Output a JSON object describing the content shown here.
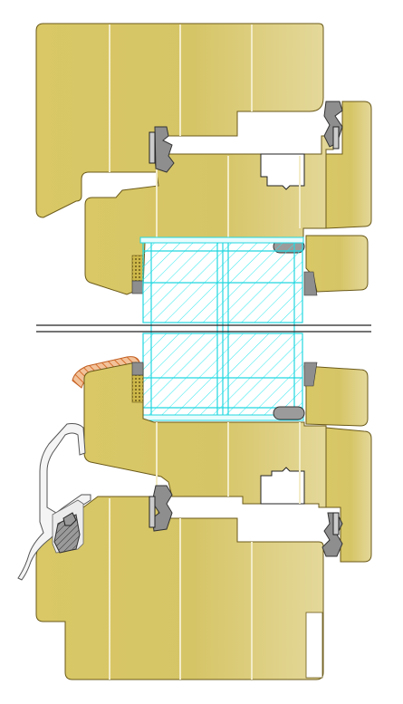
{
  "diagram": {
    "type": "window-frame-cross-section",
    "views": [
      "head-section",
      "sill-section"
    ],
    "break_line": true
  },
  "colors": {
    "timber": "#d7c86a",
    "timber_edge": "#6b5a1a",
    "timber_light": "#e9dfa2",
    "glass": "#2ff0ee",
    "gasket": "#8e8e8e",
    "gasket_dark": "#4a4a4a",
    "seal_tape": "#b9a23a",
    "rain_deflector": "#e07a3a",
    "aluminium": "#f4f4f4",
    "outline": "#222222"
  },
  "icons": {
    "gasket": "gasket-icon",
    "hatch": "hatched-section"
  }
}
